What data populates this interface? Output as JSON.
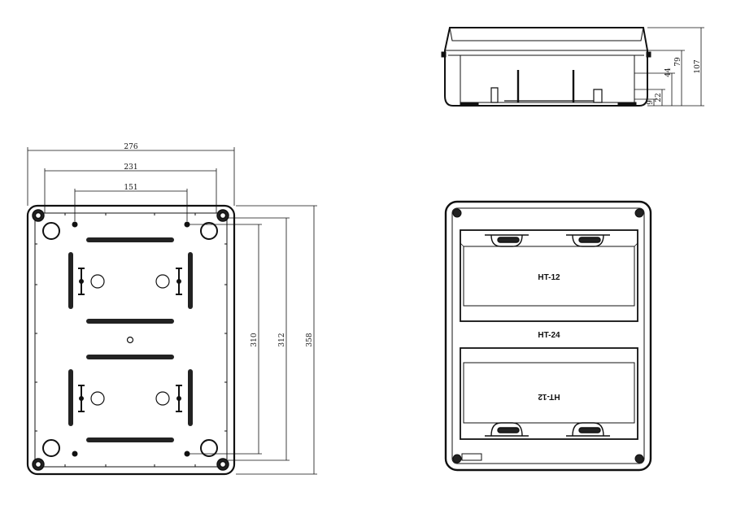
{
  "back_view": {
    "width_outer": "276",
    "width_mid": "231",
    "width_inner": "151",
    "height_inner": "310",
    "height_mid": "312",
    "height_outer": "358"
  },
  "side_view": {
    "height_total": "107",
    "height_79": "79",
    "height_44": "44",
    "height_22": "22",
    "height_9": "9"
  },
  "front_view": {
    "top_module_label": "HT-12",
    "center_label": "HT-24",
    "bottom_module_label": "HT-12"
  }
}
